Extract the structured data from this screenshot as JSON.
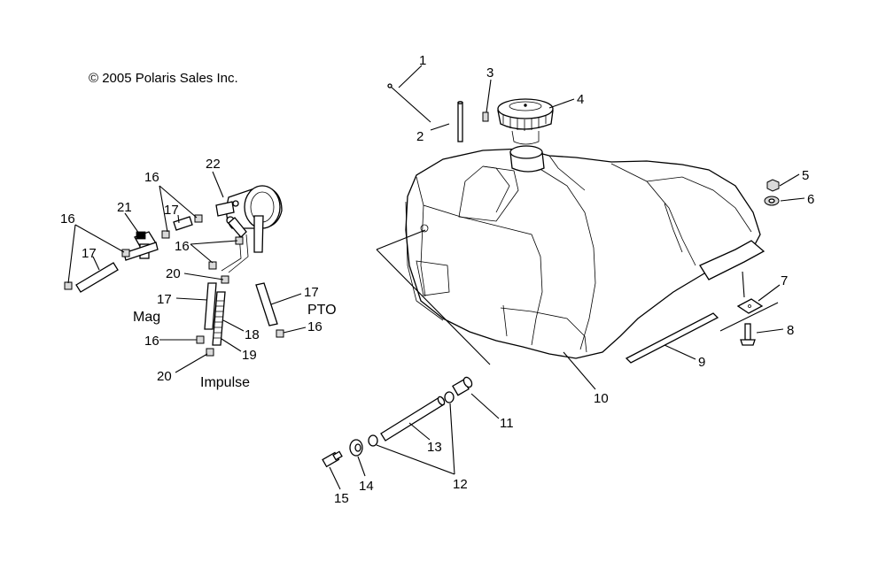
{
  "copyright": "© 2005 Polaris Sales Inc.",
  "labels": {
    "mag": "Mag",
    "pto": "PTO",
    "impulse": "Impulse"
  },
  "callouts": [
    "1",
    "2",
    "3",
    "4",
    "5",
    "6",
    "7",
    "8",
    "9",
    "10",
    "11",
    "12",
    "13",
    "14",
    "15",
    "16",
    "17",
    "18",
    "19",
    "20",
    "21",
    "22"
  ]
}
